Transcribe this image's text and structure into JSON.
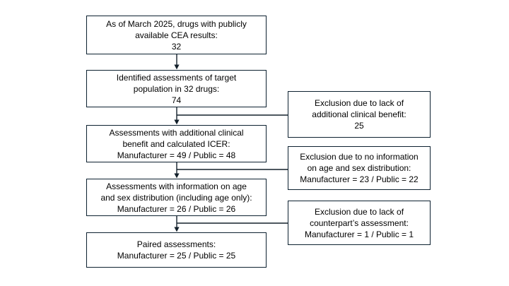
{
  "diagram": {
    "colors": {
      "background": "#ffffff",
      "box_border": "#0d2130",
      "connector_line": "#13202b",
      "text": "#000000"
    },
    "main_boxes": [
      {
        "name": "cea-drugs",
        "lines": [
          "As of March 2025, drugs with publicly",
          "available CEA results:",
          "32"
        ]
      },
      {
        "name": "identified-assessments",
        "lines": [
          "Identified assessments of target",
          "population in 32 drugs:",
          "74"
        ]
      },
      {
        "name": "benefit-and-icer",
        "lines": [
          "Assessments with additional clinical",
          "benefit and calculated ICER:",
          "Manufacturer = 49 / Public = 48"
        ]
      },
      {
        "name": "age-sex-distribution",
        "lines": [
          "Assessments with information on age",
          "and sex distribution (including age only):",
          "Manufacturer = 26 / Public = 26"
        ]
      },
      {
        "name": "paired-assessments",
        "lines": [
          "Paired assessments:",
          "Manufacturer = 25 / Public = 25"
        ]
      }
    ],
    "exclusion_boxes": [
      {
        "name": "exclusion-clinical-benefit",
        "lines": [
          "Exclusion due to lack of",
          "additional clinical benefit:",
          "25"
        ]
      },
      {
        "name": "exclusion-age-sex-info",
        "lines": [
          "Exclusion due to no information",
          "on age and sex distribution:",
          "Manufacturer = 23 / Public = 22"
        ]
      },
      {
        "name": "exclusion-counterpart",
        "lines": [
          "Exclusion due to lack of",
          "counterpart’s assessment:",
          "Manufacturer = 1 / Public = 1"
        ]
      }
    ]
  }
}
